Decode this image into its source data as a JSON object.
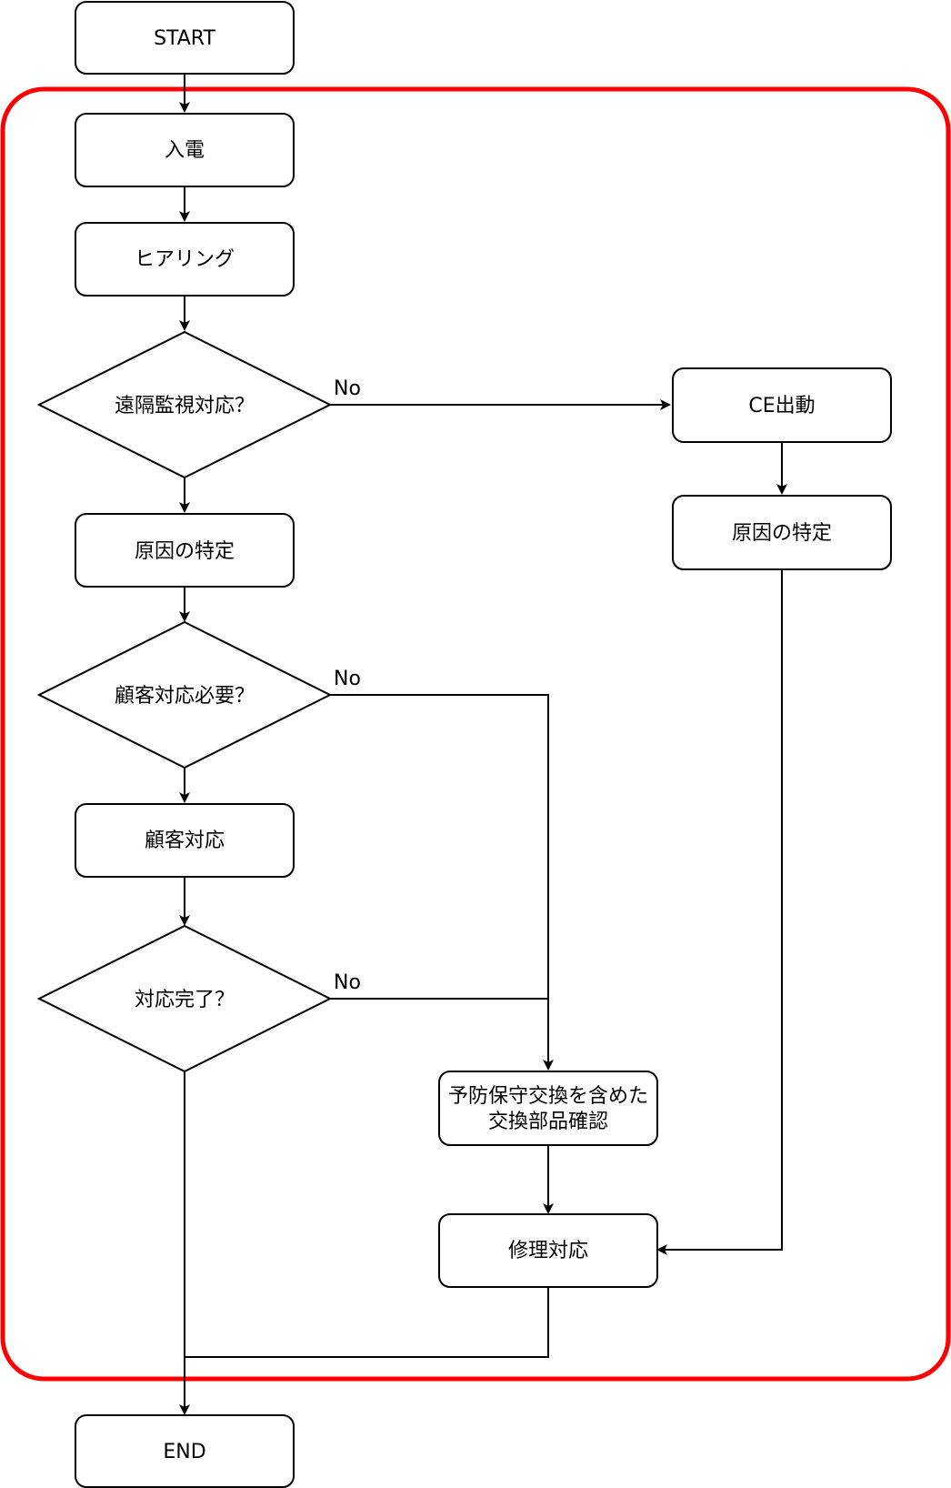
{
  "colors": {
    "frame": "#ff0000",
    "stroke": "#000000",
    "fill": "#ffffff"
  },
  "nodes": {
    "start": "START",
    "call_in": "入電",
    "hearing": "ヒアリング",
    "remote_monitor_q": "遠隔監視対応？",
    "ce_dispatch": "CE出動",
    "cause_id_left": "原因の特定",
    "cause_id_right": "原因の特定",
    "customer_needed_q": "顧客対応必要？",
    "customer_handling": "顧客対応",
    "handling_done_q": "対応完了？",
    "parts_check_line1": "予防保守交換を含めた",
    "parts_check_line2": "交換部品確認",
    "repair": "修理対応",
    "end": "END"
  },
  "edge_labels": {
    "no_remote": "No",
    "no_customer": "No",
    "no_done": "No"
  }
}
